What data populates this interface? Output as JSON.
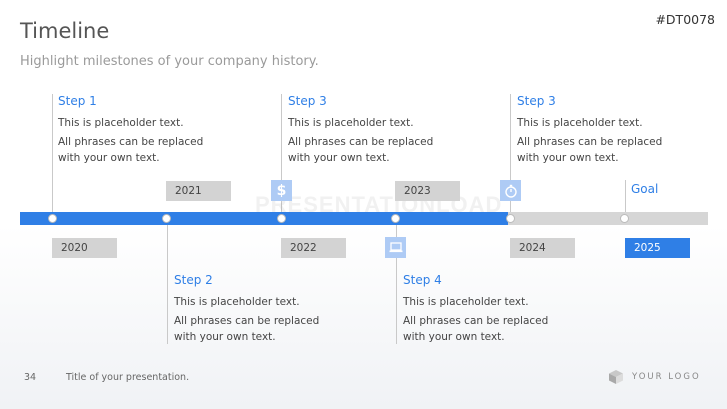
{
  "slide": {
    "title": "Timeline",
    "subtitle": "Highlight milestones of your company history.",
    "code": "#DT0078"
  },
  "timeline": {
    "years": [
      "2020",
      "2021",
      "2022",
      "2023",
      "2024",
      "2025"
    ],
    "progress_fraction": 0.71,
    "goal_label": "Goal",
    "steps_top": [
      {
        "title": "Step 1",
        "line1": "This is placeholder text.",
        "line2": "All phrases can be replaced with your own text."
      },
      {
        "title": "Step 3",
        "line1": "This is placeholder text.",
        "line2": "All phrases can be replaced with your own text."
      },
      {
        "title": "Step 3",
        "line1": "This is placeholder text.",
        "line2": "All phrases can be replaced with your own text."
      }
    ],
    "steps_bottom": [
      {
        "title": "Step 2",
        "line1": "This is placeholder text.",
        "line2": "All phrases can be replaced with your own text."
      },
      {
        "title": "Step 4",
        "line1": "This is placeholder text.",
        "line2": "All phrases can be replaced with your own text."
      }
    ],
    "icons": {
      "dollar": "$",
      "laptop": "laptop-icon",
      "stopwatch": "stopwatch-icon"
    }
  },
  "watermark": "PRESENTATIONLOAD",
  "footer": {
    "page_number": "34",
    "presentation_title": "Title of your presentation.",
    "logo_text": "YOUR LOGO"
  },
  "colors": {
    "accent": "#2f7fe6",
    "icon_bg": "#aecbf5",
    "gray_bar": "#d6d6d6"
  }
}
